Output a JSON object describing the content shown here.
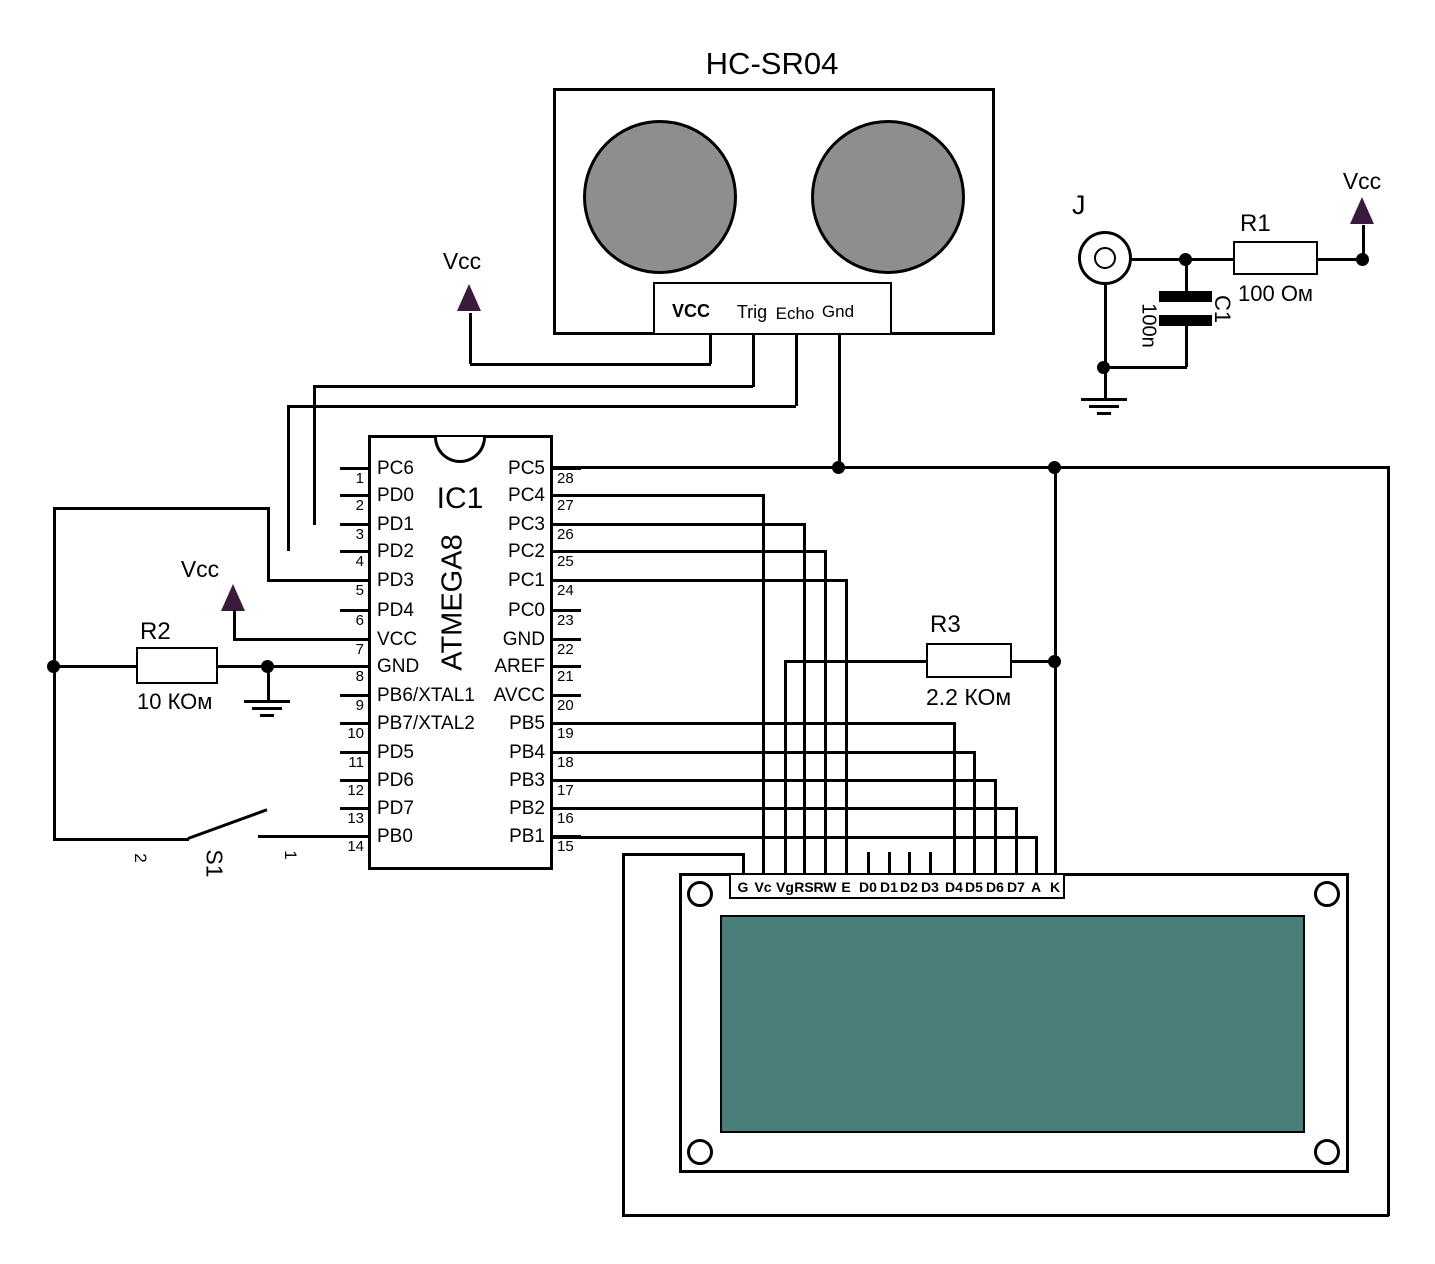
{
  "sensor": {
    "title": "HC-SR04",
    "pin_labels": [
      "VCC",
      "Trig",
      "Echo",
      "Gnd"
    ]
  },
  "power": {
    "vcc": "Vcc"
  },
  "connector_j": {
    "ref": "J"
  },
  "capacitor_c1": {
    "ref": "C1",
    "value": "100n"
  },
  "resistor_r1": {
    "ref": "R1",
    "value": "100 Ом"
  },
  "resistor_r2": {
    "ref": "R2",
    "value": "10 КОм"
  },
  "resistor_r3": {
    "ref": "R3",
    "value": "2.2 КОм"
  },
  "switch_s1": {
    "ref": "S1",
    "contact_left": "2",
    "contact_right": "1"
  },
  "ic": {
    "ref": "IC1",
    "part": "ATMEGA8",
    "left_pins": [
      {
        "num": "1",
        "name": "PC6"
      },
      {
        "num": "2",
        "name": "PD0"
      },
      {
        "num": "3",
        "name": "PD1"
      },
      {
        "num": "4",
        "name": "PD2"
      },
      {
        "num": "5",
        "name": "PD3"
      },
      {
        "num": "6",
        "name": "PD4"
      },
      {
        "num": "7",
        "name": "VCC"
      },
      {
        "num": "8",
        "name": "GND"
      },
      {
        "num": "9",
        "name": "PB6/XTAL1"
      },
      {
        "num": "10",
        "name": "PB7/XTAL2"
      },
      {
        "num": "11",
        "name": "PD5"
      },
      {
        "num": "12",
        "name": "PD6"
      },
      {
        "num": "13",
        "name": "PD7"
      },
      {
        "num": "14",
        "name": "PB0"
      }
    ],
    "right_pins": [
      {
        "num": "28",
        "name": "PC5"
      },
      {
        "num": "27",
        "name": "PC4"
      },
      {
        "num": "26",
        "name": "PC3"
      },
      {
        "num": "25",
        "name": "PC2"
      },
      {
        "num": "24",
        "name": "PC1"
      },
      {
        "num": "23",
        "name": "PC0"
      },
      {
        "num": "22",
        "name": "GND"
      },
      {
        "num": "21",
        "name": "AREF"
      },
      {
        "num": "20",
        "name": "AVCC"
      },
      {
        "num": "19",
        "name": "PB5"
      },
      {
        "num": "18",
        "name": "PB4"
      },
      {
        "num": "17",
        "name": "PB3"
      },
      {
        "num": "16",
        "name": "PB2"
      },
      {
        "num": "15",
        "name": "PB1"
      }
    ]
  },
  "lcd": {
    "pins": [
      "G",
      "Vc",
      "Vg",
      "RS",
      "RW",
      "E",
      "D0",
      "D1",
      "D2",
      "D3",
      "D4",
      "D5",
      "D6",
      "D7",
      "A",
      "K"
    ]
  },
  "colors": {
    "screen_teal": "#4a7e7a",
    "transducer_gray": "#8e8e8e",
    "vcc_arrow_purple": "#3a1a3d",
    "wire_black": "#000000"
  }
}
